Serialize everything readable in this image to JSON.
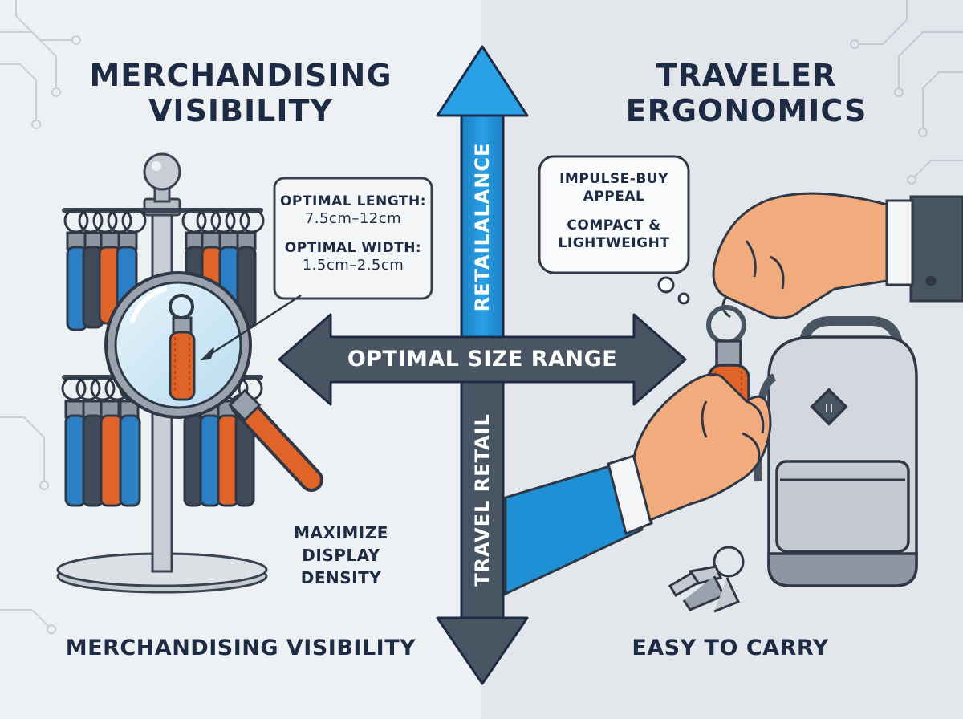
{
  "left_panel": {
    "title_line1": "MERCHANDISING",
    "title_line2": "VISIBILITY",
    "footer": "MERCHANDISING VISIBILITY",
    "density_line1": "MAXIMIZE",
    "density_line2": "DISPLAY",
    "density_line3": "DENSITY",
    "spec_callout": {
      "length_label": "OPTIMAL LENGTH:",
      "length_value": "7.5cm–12cm",
      "width_label": "OPTIMAL WIDTH:",
      "width_value": "1.5cm–2.5cm"
    }
  },
  "right_panel": {
    "title_line1": "TRAVELER",
    "title_line2": "ERGONOMICS",
    "footer": "EASY TO CARRY",
    "thought_bubble": {
      "line1": "IMPULSE-BUY",
      "line2": "APPEAL",
      "line3": "COMPACT &",
      "line4": "LIGHTWEIGHT"
    }
  },
  "axes": {
    "horizontal_label": "OPTIMAL SIZE RANGE",
    "vertical_top_label": "RETAILALANCE",
    "vertical_bottom_label": "TRAVEL RETAIL"
  },
  "colors": {
    "left_bg": "#eef1f4",
    "right_bg": "#e3e6ea",
    "navy": "#1e2b45",
    "blue_arrow": "#1f8fd6",
    "gray_arrow": "#4a5563",
    "orange": "#e0632a",
    "strap_blue": "#2b7fc4"
  }
}
